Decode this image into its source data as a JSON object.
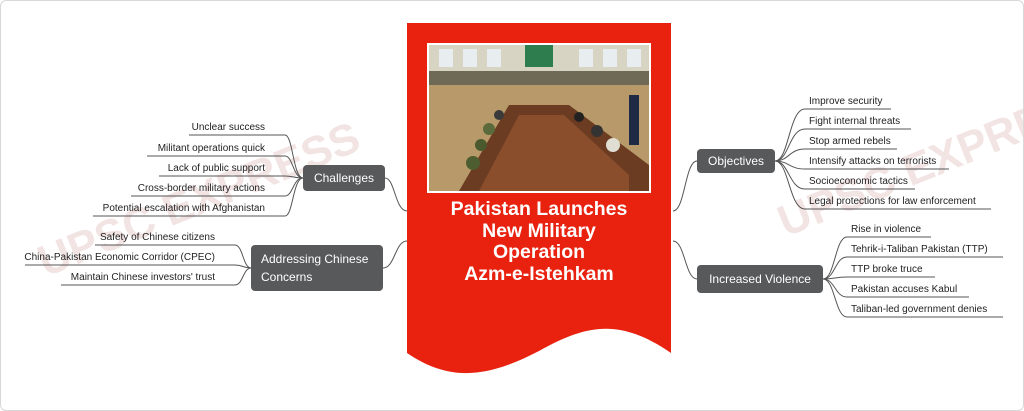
{
  "central": {
    "title_lines": [
      "Pakistan Launches",
      "New Military",
      "Operation",
      "Azm-e-Istehkam"
    ],
    "photo_icon": "meeting-photo-icon",
    "color": "#e8220f"
  },
  "watermark": {
    "text": "UPSC EXPRESS"
  },
  "branches": {
    "objectives": {
      "label": "Objectives",
      "items": [
        "Improve security",
        "Fight internal threats",
        "Stop armed rebels",
        "Intensify attacks on terrorists",
        "Socioeconomic tactics",
        "Legal protections for law enforcement"
      ]
    },
    "increased_violence": {
      "label": "Increased Violence",
      "items": [
        "Rise in violence",
        "Tehrik-i-Taliban Pakistan (TTP)",
        "TTP broke truce",
        "Pakistan accuses Kabul",
        "Taliban-led government denies"
      ]
    },
    "challenges": {
      "label": "Challenges",
      "items": [
        "Unclear success",
        "Militant operations quick",
        "Lack of public support",
        "Cross-border military actions",
        "Potential escalation with Afghanistan"
      ]
    },
    "chinese": {
      "label_lines": [
        "Addressing Chinese",
        "Concerns"
      ],
      "items": [
        "Safety of Chinese citizens",
        "China-Pakistan Economic Corridor (CPEC)",
        "Maintain Chinese investors' trust"
      ]
    }
  },
  "colors": {
    "branch_bg": "#58595b",
    "link": "#555555",
    "banner": "#e8220f"
  }
}
